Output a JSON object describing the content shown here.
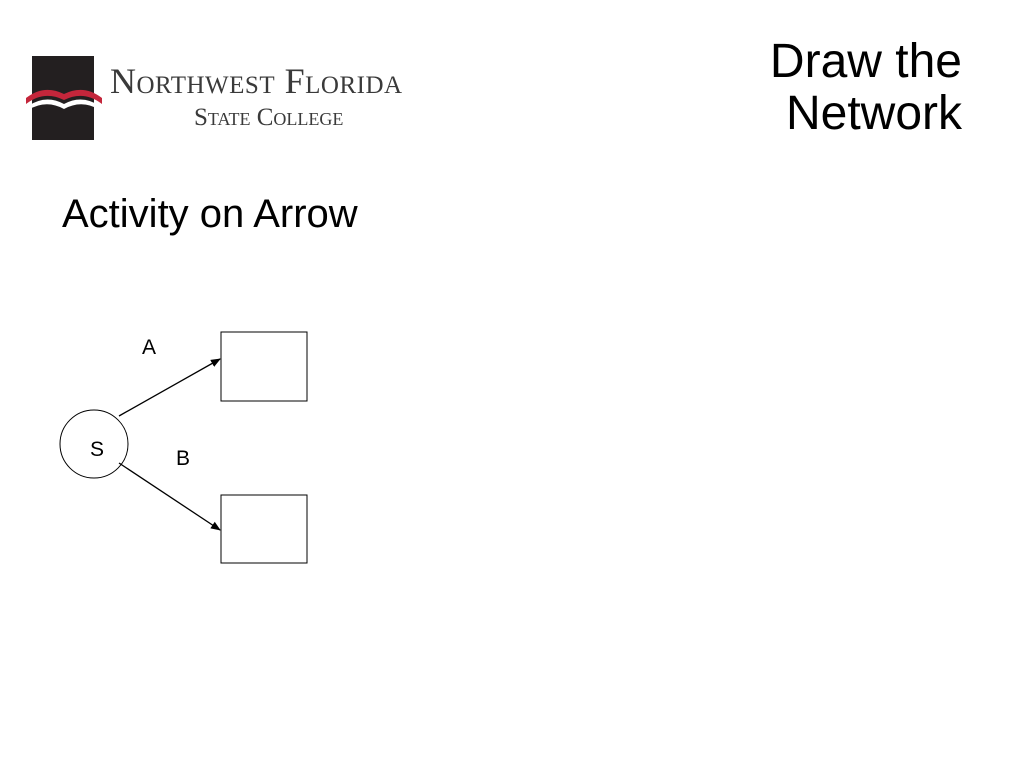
{
  "logo": {
    "line1": "Northwest Florida",
    "line2": "State College",
    "colors": {
      "mark": "#231f20",
      "accent": "#c4263b",
      "text": "#3a3a3a"
    }
  },
  "slide": {
    "title": "Draw the Network",
    "subtitle": "Activity on Arrow"
  },
  "diagram": {
    "start_node": "S",
    "activities": [
      {
        "label": "A",
        "from": "S",
        "to": "box-top"
      },
      {
        "label": "B",
        "from": "S",
        "to": "box-bottom"
      }
    ],
    "event_boxes": [
      "",
      ""
    ]
  }
}
